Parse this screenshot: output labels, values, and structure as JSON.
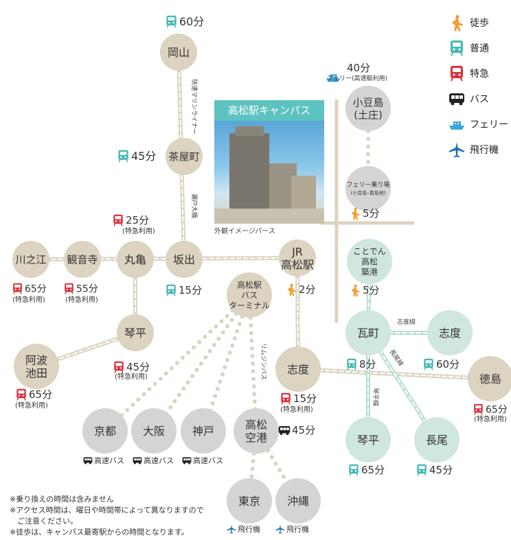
{
  "colors": {
    "station_tan": "#dcd3c1",
    "station_grey": "#d4d4d4",
    "station_green": "#cfe7dc",
    "line_tan": "#dcd3c1",
    "line_green": "#b8dfd2",
    "walk": "#f39a2a",
    "local": "#45b8b4",
    "express": "#d9323f",
    "bus": "#222222",
    "ferry": "#3aa6da",
    "plane": "#1f6fb5",
    "photo_header": "#5dc3c1"
  },
  "legend": [
    {
      "icon": "walk-icon",
      "label": "徒歩"
    },
    {
      "icon": "local-train-icon",
      "label": "普通"
    },
    {
      "icon": "express-train-icon",
      "label": "特急"
    },
    {
      "icon": "bus-icon",
      "label": "バス"
    },
    {
      "icon": "ferry-icon",
      "label": "フェリー"
    },
    {
      "icon": "airplane-icon",
      "label": "飛行機"
    }
  ],
  "photo": {
    "title": "高松駅キャンパス",
    "caption": "外観イメージパース"
  },
  "stations": [
    {
      "id": "okayama",
      "name": [
        "岡山"
      ],
      "style": "tan"
    },
    {
      "id": "chayamachi",
      "name": [
        "茶屋町"
      ],
      "style": "tan"
    },
    {
      "id": "sakaide",
      "name": [
        "坂出"
      ],
      "style": "tan"
    },
    {
      "id": "marugame",
      "name": [
        "丸亀"
      ],
      "style": "tan"
    },
    {
      "id": "kanonji",
      "name": [
        "観音寺"
      ],
      "style": "tan"
    },
    {
      "id": "kawanoe",
      "name": [
        "川之江"
      ],
      "style": "tan"
    },
    {
      "id": "kotohira_w",
      "name": [
        "琴平"
      ],
      "style": "tan"
    },
    {
      "id": "awaikeda",
      "name": [
        "阿波",
        "池田"
      ],
      "style": "tan"
    },
    {
      "id": "jr_takamatsu",
      "name": [
        "JR",
        "高松駅"
      ],
      "style": "tan"
    },
    {
      "id": "bus_terminal",
      "name": [
        "高松駅",
        "バス",
        "ターミナル"
      ],
      "style": "tan"
    },
    {
      "id": "shido_jr",
      "name": [
        "志度"
      ],
      "style": "tan"
    },
    {
      "id": "tokushima",
      "name": [
        "徳島"
      ],
      "style": "tan"
    },
    {
      "id": "kyoto",
      "name": [
        "京都"
      ],
      "style": "grey"
    },
    {
      "id": "osaka",
      "name": [
        "大阪"
      ],
      "style": "grey"
    },
    {
      "id": "kobe",
      "name": [
        "神戸"
      ],
      "style": "grey"
    },
    {
      "id": "takamatsu_airport",
      "name": [
        "高松",
        "空港"
      ],
      "style": "grey"
    },
    {
      "id": "tokyo",
      "name": [
        "東京"
      ],
      "style": "grey"
    },
    {
      "id": "okinawa",
      "name": [
        "沖縄"
      ],
      "style": "grey"
    },
    {
      "id": "shodoshima",
      "name": [
        "小豆島",
        "(土庄)"
      ],
      "style": "grey"
    },
    {
      "id": "ferry_pier",
      "name": [
        "フェリー乗り場",
        "(小豆島･直島他)"
      ],
      "style": "grey"
    },
    {
      "id": "chikko",
      "name": [
        "ことでん",
        "高松",
        "築港"
      ],
      "style": "green"
    },
    {
      "id": "kawaramachi",
      "name": [
        "瓦町"
      ],
      "style": "green"
    },
    {
      "id": "shido_kotoden",
      "name": [
        "志度"
      ],
      "style": "green"
    },
    {
      "id": "kotohira_e",
      "name": [
        "琴平"
      ],
      "style": "green"
    },
    {
      "id": "nagao",
      "name": [
        "長尾"
      ],
      "style": "green"
    }
  ],
  "line_labels": [
    {
      "id": "marine_liner",
      "text": "快速マリンライナー"
    },
    {
      "id": "seto_ohashi",
      "text": "瀬戸大橋"
    },
    {
      "id": "limousine_bus",
      "text": "リムジンバス"
    },
    {
      "id": "shido_line",
      "text": "志度線"
    },
    {
      "id": "nagao_line",
      "text": "長尾線"
    },
    {
      "id": "kotohira_line",
      "text": "琴平線"
    }
  ],
  "times": [
    {
      "id": "t_okayama",
      "icon": "local-train-icon",
      "text": "60分",
      "sub": ""
    },
    {
      "id": "t_chayamachi",
      "icon": "local-train-icon",
      "text": "45分",
      "sub": ""
    },
    {
      "id": "t_marugame",
      "icon": "express-train-icon",
      "text": "25分",
      "sub": "(特急利用)"
    },
    {
      "id": "t_sakaide",
      "icon": "local-train-icon",
      "text": "15分",
      "sub": ""
    },
    {
      "id": "t_kawanoe",
      "icon": "express-train-icon",
      "text": "65分",
      "sub": "(特急利用)"
    },
    {
      "id": "t_kanonji",
      "icon": "express-train-icon",
      "text": "55分",
      "sub": "(特急利用)"
    },
    {
      "id": "t_kotohira_w",
      "icon": "express-train-icon",
      "text": "45分",
      "sub": "(特急利用)"
    },
    {
      "id": "t_awaikeda",
      "icon": "express-train-icon",
      "text": "65分",
      "sub": "(特急利用)"
    },
    {
      "id": "t_jr",
      "icon": "walk-icon",
      "text": "2分",
      "sub": ""
    },
    {
      "id": "t_shido_jr",
      "icon": "express-train-icon",
      "text": "15分",
      "sub": "(特急利用)"
    },
    {
      "id": "t_tokushima",
      "icon": "express-train-icon",
      "text": "65分",
      "sub": "(特急利用)"
    },
    {
      "id": "t_airport",
      "icon": "bus-icon",
      "text": "45分",
      "sub": ""
    },
    {
      "id": "t_kyoto",
      "icon": "bus-icon",
      "text": "高速バス",
      "sub": ""
    },
    {
      "id": "t_osaka",
      "icon": "bus-icon",
      "text": "高速バス",
      "sub": ""
    },
    {
      "id": "t_kobe",
      "icon": "bus-icon",
      "text": "高速バス",
      "sub": ""
    },
    {
      "id": "t_tokyo",
      "icon": "airplane-icon",
      "text": "飛行機",
      "sub": ""
    },
    {
      "id": "t_okinawa",
      "icon": "airplane-icon",
      "text": "飛行機",
      "sub": ""
    },
    {
      "id": "t_shodoshima",
      "icon": "ferry-icon",
      "text": "40分",
      "sub": "フェリー(高速艇利用)"
    },
    {
      "id": "t_ferry_pier",
      "icon": "walk-icon",
      "text": "5分",
      "sub": ""
    },
    {
      "id": "t_chikko",
      "icon": "walk-icon",
      "text": "5分",
      "sub": ""
    },
    {
      "id": "t_kawaramachi",
      "icon": "local-train-icon",
      "text": "8分",
      "sub": ""
    },
    {
      "id": "t_shido_kotoden",
      "icon": "local-train-icon",
      "text": "60分",
      "sub": ""
    },
    {
      "id": "t_kotohira_e",
      "icon": "local-train-icon",
      "text": "65分",
      "sub": ""
    },
    {
      "id": "t_nagao",
      "icon": "local-train-icon",
      "text": "45分",
      "sub": ""
    }
  ],
  "notes": [
    "※乗り換えの時間は含みません",
    "※アクセス時間は、曜日や時間帯によって異なりますので",
    "　ご注意ください。",
    "※徒歩は、キャンパス最寄駅からの時間となります。"
  ]
}
